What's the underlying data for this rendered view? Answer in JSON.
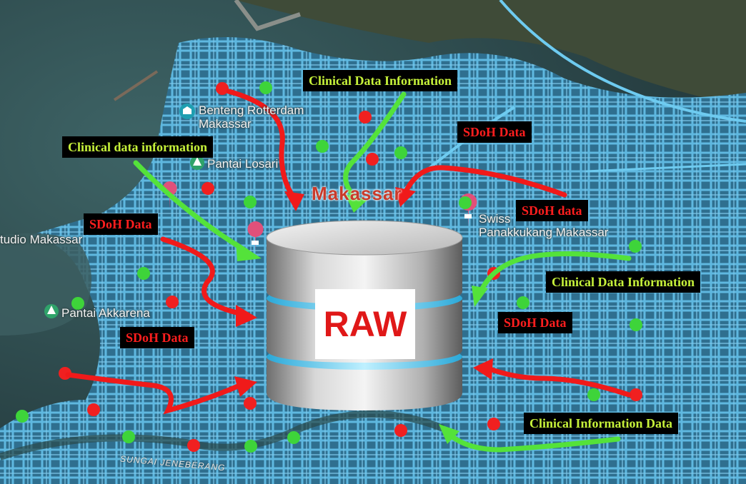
{
  "map": {
    "places": {
      "benteng": "Benteng Rotterdam\nMakassar",
      "losari": "Pantai Losari",
      "studio": "tudio Makassar",
      "akkarena": "Pantai Akkarena",
      "swiss": "Swiss\nPanakkukang Makassar",
      "city": "Makassar",
      "river": "SUNGAI JENEBERANG"
    },
    "colors": {
      "sea": "#2f4a4e",
      "land": "#3b4a3a",
      "roads": "#5fb8e0",
      "green_marker": "#3ed43a",
      "red_marker": "#f02020",
      "pin": "#e0507a"
    },
    "icons": [
      "museum-icon",
      "park-icon",
      "hotel-icon",
      "beach-icon",
      "database-icon"
    ]
  },
  "database": {
    "label": "RAW"
  },
  "labels": {
    "l1": "Clinical Data Information",
    "l2": "Clinical data information",
    "l3": "SDoH Data",
    "l4": "SDoH data",
    "l5": "SDoH Data",
    "l6": "Clinical Data Information",
    "l7": "SDoH Data",
    "l8": "SDoH Data",
    "l9": "Clinical Information Data"
  }
}
